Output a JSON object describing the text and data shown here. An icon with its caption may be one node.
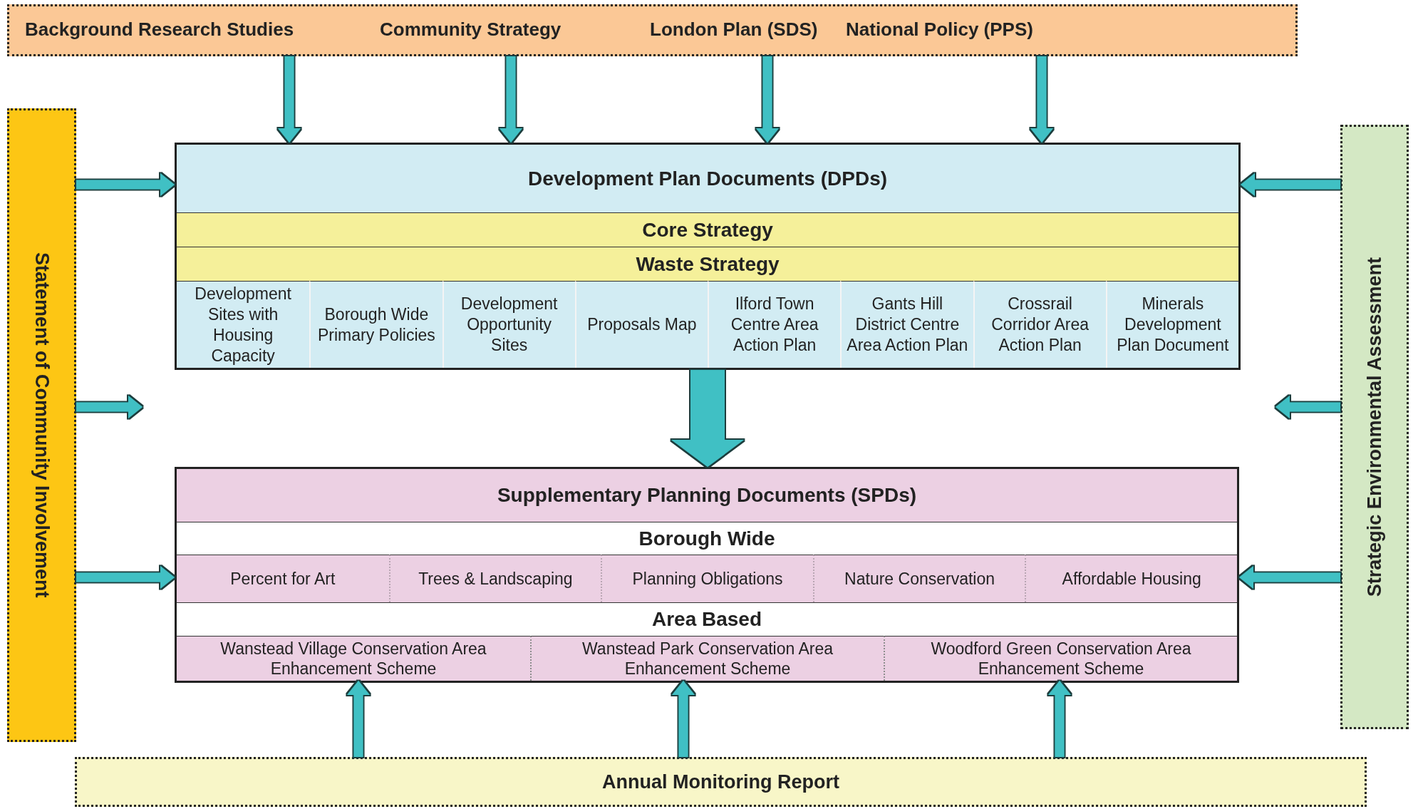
{
  "diagram": {
    "nodes": [
      {
        "text": [
          "Background Research Studies",
          "Community Strategy",
          "London Plan (SDS)",
          "National Policy (PPS)"
        ]
      },
      {
        "text": [
          "Statement of Community Involvement"
        ]
      },
      {
        "text": [
          "Strategic Environmental Assessment"
        ]
      },
      {
        "text": [
          "Development Plan Documents (DPDs)"
        ]
      },
      {
        "text": [
          "Core Strategy"
        ],
        "in": 3
      },
      {
        "text": [
          "Waste Strategy"
        ],
        "in": 3
      },
      {
        "text": [
          "Development Sites with Housing Capacity"
        ],
        "in": 3
      },
      {
        "text": [
          "Borough Wide Primary Policies"
        ],
        "in": 3
      },
      {
        "text": [
          "Development Opportunity Sites"
        ],
        "in": 3
      },
      {
        "text": [
          "Proposals Map"
        ],
        "in": 3
      },
      {
        "text": [
          "Ilford Town Centre Area Action Plan"
        ],
        "in": 3
      },
      {
        "text": [
          "Gants Hill District Centre Area Action Plan"
        ],
        "in": 3
      },
      {
        "text": [
          "Crossrail Corridor Area Action Plan"
        ],
        "in": 3
      },
      {
        "text": [
          "Minerals Development Plan Document"
        ],
        "in": 3
      },
      {
        "text": [
          "Supplementary Planning Documents (SPDs)"
        ]
      },
      {
        "text": [
          "Borough Wide"
        ],
        "in": 14
      },
      {
        "text": [
          "Percent for Art"
        ],
        "in": 14
      },
      {
        "text": [
          "Trees & Landscaping"
        ],
        "in": 14
      },
      {
        "text": [
          "Planning Obligations"
        ],
        "in": 14
      },
      {
        "text": [
          "Nature Conservation"
        ],
        "in": 14
      },
      {
        "text": [
          "Affordable Housing"
        ],
        "in": 14
      },
      {
        "text": [
          "Area Based"
        ],
        "in": 14
      },
      {
        "text": [
          "Wanstead Village Conservation Area Enhancement Scheme"
        ],
        "in": 14
      },
      {
        "text": [
          "Wanstead Park Conservation Area Enhancement Scheme"
        ],
        "in": 14
      },
      {
        "text": [
          "Woodford Green Conservation Area Enhancement Scheme"
        ],
        "in": 14
      },
      {
        "text": [
          "Annual Monitoring Report"
        ]
      }
    ],
    "edges": [
      {
        "from": 0,
        "to": 3,
        "arrow": "to"
      },
      {
        "from": 0,
        "to": 3,
        "arrow": "to"
      },
      {
        "from": 0,
        "to": 3,
        "arrow": "to"
      },
      {
        "from": 0,
        "to": 3,
        "arrow": "to"
      },
      {
        "from": 1,
        "to": 3,
        "arrow": "to"
      },
      {
        "from": 1,
        "to": null,
        "arrow": "to"
      },
      {
        "from": 1,
        "to": 14,
        "arrow": "to"
      },
      {
        "from": 2,
        "to": 3,
        "arrow": "to"
      },
      {
        "from": 2,
        "to": null,
        "arrow": "to"
      },
      {
        "from": 2,
        "to": 14,
        "arrow": "to"
      },
      {
        "from": 3,
        "to": 14,
        "arrow": "to",
        "style": "thick"
      },
      {
        "from": 25,
        "to": 22,
        "arrow": "to"
      },
      {
        "from": 25,
        "to": 23,
        "arrow": "to"
      },
      {
        "from": 25,
        "to": 24,
        "arrow": "to"
      }
    ]
  }
}
